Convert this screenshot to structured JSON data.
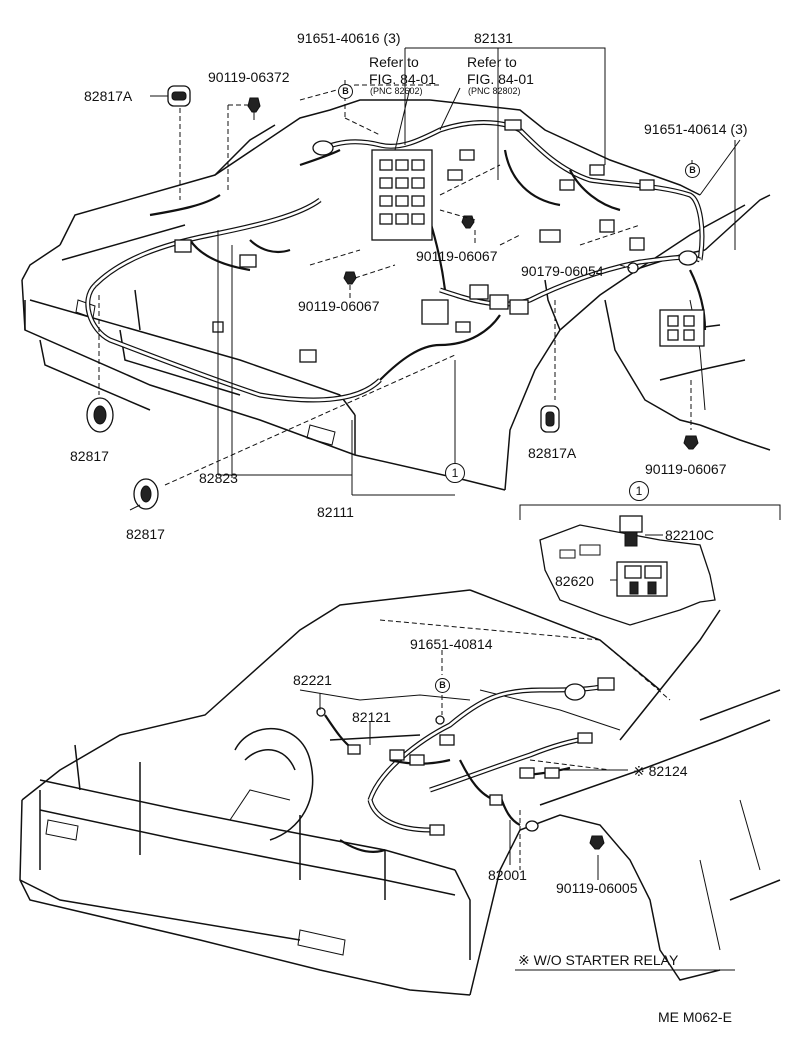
{
  "labels": {
    "p91651_40616": "91651-40616 (3)",
    "p82131": "82131",
    "refer1a": "Refer to",
    "refer1b": "FIG. 84-01",
    "refer1c": "(PNC 82602)",
    "refer2a": "Refer to",
    "refer2b": "FIG. 84-01",
    "refer2c": "(PNC 82802)",
    "p82817A_top": "82817A",
    "p90119_06372": "90119-06372",
    "p91651_40614": "91651-40614 (3)",
    "p90119_06067_a": "90119-06067",
    "p90179_06054": "90179-06054",
    "p90119_06067_b": "90119-06067",
    "p82817_a": "82817",
    "p82823": "82823",
    "p82817A_bottom": "82817A",
    "p90119_06067_c": "90119-06067",
    "p82817_b": "82817",
    "p82111": "82111",
    "p82210C": "82210C",
    "p82620": "82620",
    "p91651_40814": "91651-40814",
    "p82221": "82221",
    "p82121": "82121",
    "p82124": "※ 82124",
    "p82001": "82001",
    "p90119_06005": "90119-06005",
    "note": "※ W/O STARTER RELAY",
    "code": "ME M062-E"
  },
  "callouts": {
    "one": "1",
    "b": "B"
  }
}
